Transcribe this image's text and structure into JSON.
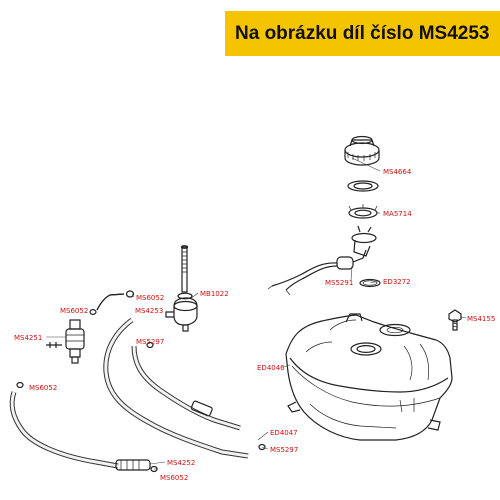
{
  "banner": {
    "text": "Na obrázku díl číslo MS4253",
    "color": "#f5c400"
  },
  "label_color": "#cc1111",
  "labels": {
    "ms4664": "MS4664",
    "ma5714": "MA5714",
    "ed3272": "ED3272",
    "ms5291": "MS5291",
    "ms4155": "MS4155",
    "ed4046": "ED4046",
    "ed4047": "ED4047",
    "ms5297_bottom": "MS5297",
    "ms5297_mid": "MS5297",
    "mb1022": "MB1022",
    "ms6052_a": "MS6052",
    "ms6052_b": "MS6052",
    "ms6052_c": "MS6052",
    "ms6052_d": "MS6052",
    "ms4253": "MS4253",
    "ms4251": "MS4251",
    "ms4252": "MS4252"
  }
}
